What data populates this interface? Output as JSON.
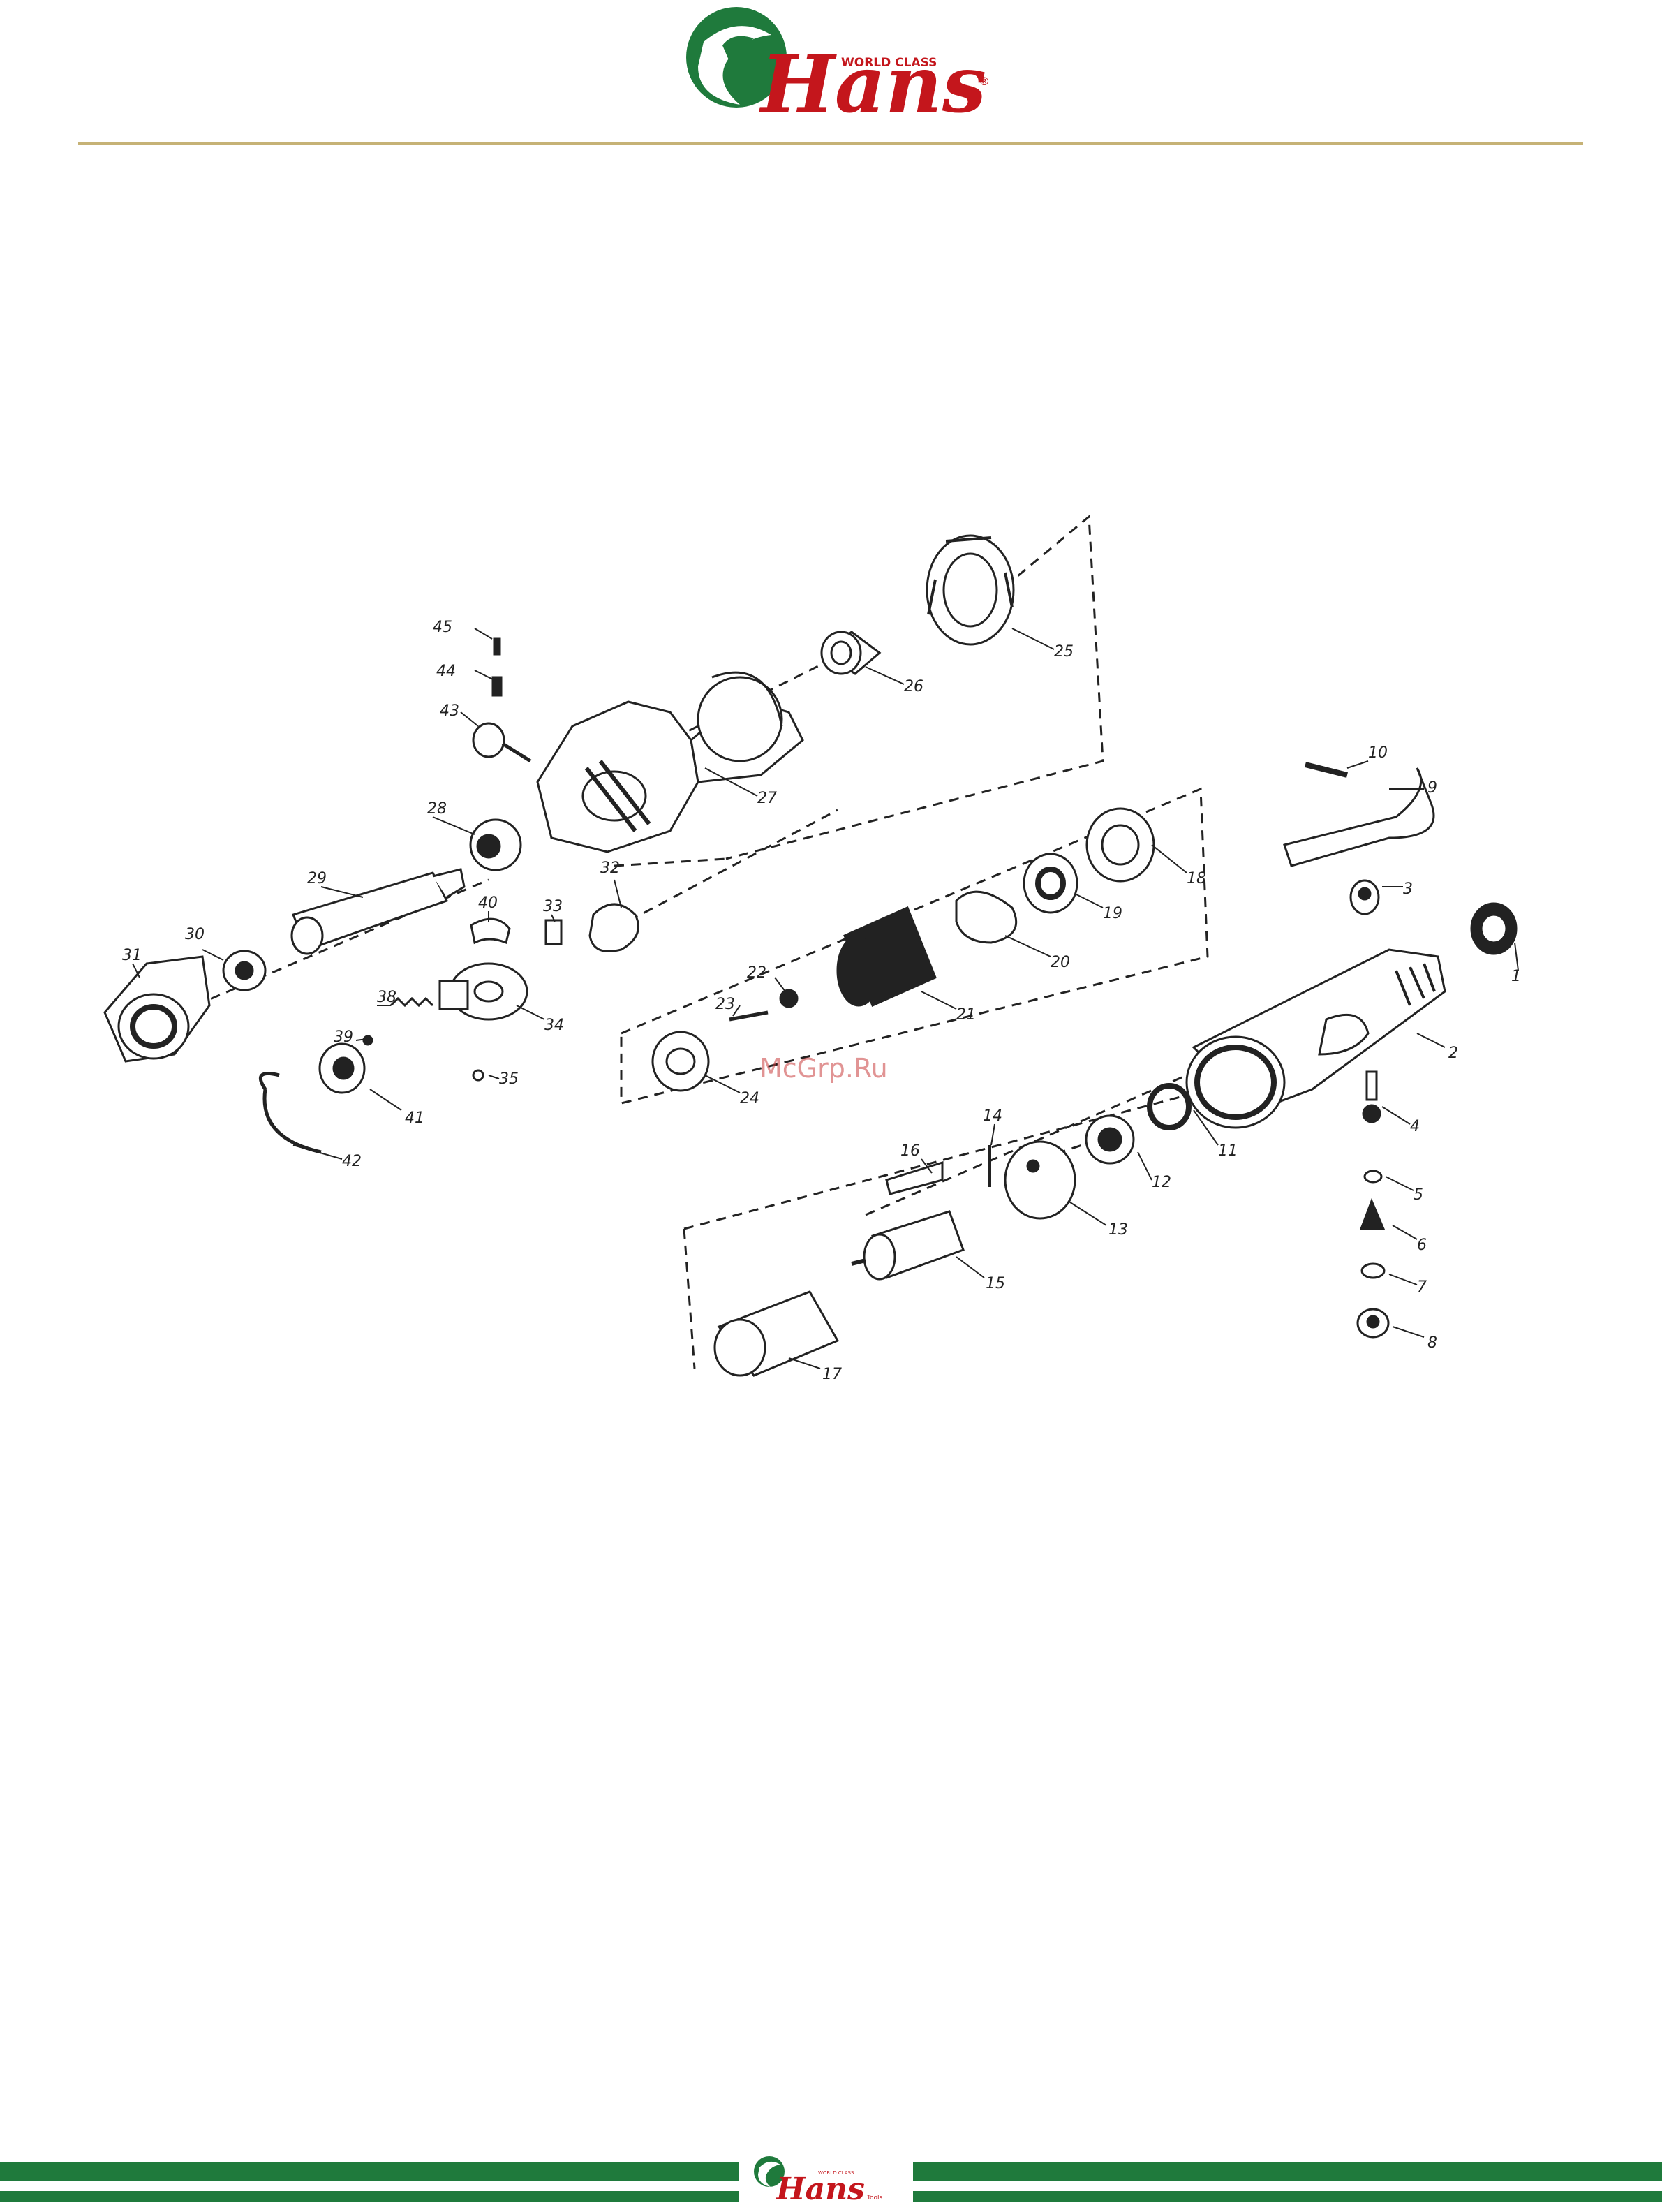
{
  "brand": {
    "name": "Hans",
    "tagline": "WORLD CLASS",
    "registered": "®",
    "footer_suffix": "Tools",
    "colors": {
      "green": "#1f7a3c",
      "red": "#c4161c",
      "gold_rule": "#c6b276"
    }
  },
  "watermark": "McGrp.Ru",
  "parts": [
    {
      "id": "p1",
      "label": "1"
    },
    {
      "id": "p2",
      "label": "2"
    },
    {
      "id": "p3",
      "label": "3"
    },
    {
      "id": "p4",
      "label": "4"
    },
    {
      "id": "p5",
      "label": "5"
    },
    {
      "id": "p6",
      "label": "6"
    },
    {
      "id": "p7",
      "label": "7"
    },
    {
      "id": "p8",
      "label": "8"
    },
    {
      "id": "p9",
      "label": "9"
    },
    {
      "id": "p10",
      "label": "10"
    },
    {
      "id": "p11",
      "label": "11"
    },
    {
      "id": "p12",
      "label": "12"
    },
    {
      "id": "p13",
      "label": "13"
    },
    {
      "id": "p14",
      "label": "14"
    },
    {
      "id": "p15",
      "label": "15"
    },
    {
      "id": "p16",
      "label": "16"
    },
    {
      "id": "p17",
      "label": "17"
    },
    {
      "id": "p18",
      "label": "18"
    },
    {
      "id": "p19",
      "label": "19"
    },
    {
      "id": "p20",
      "label": "20"
    },
    {
      "id": "p21",
      "label": "21"
    },
    {
      "id": "p22",
      "label": "22"
    },
    {
      "id": "p23",
      "label": "23"
    },
    {
      "id": "p24",
      "label": "24"
    },
    {
      "id": "p25",
      "label": "25"
    },
    {
      "id": "p26",
      "label": "26"
    },
    {
      "id": "p27",
      "label": "27"
    },
    {
      "id": "p28",
      "label": "28"
    },
    {
      "id": "p29",
      "label": "29"
    },
    {
      "id": "p30",
      "label": "30"
    },
    {
      "id": "p31",
      "label": "31"
    },
    {
      "id": "p32",
      "label": "32"
    },
    {
      "id": "p33",
      "label": "33"
    },
    {
      "id": "p34",
      "label": "34"
    },
    {
      "id": "p35",
      "label": "35"
    },
    {
      "id": "p38",
      "label": "38"
    },
    {
      "id": "p39",
      "label": "39"
    },
    {
      "id": "p40",
      "label": "40"
    },
    {
      "id": "p41",
      "label": "41"
    },
    {
      "id": "p42",
      "label": "42"
    },
    {
      "id": "p43",
      "label": "43"
    },
    {
      "id": "p44",
      "label": "44"
    },
    {
      "id": "p45",
      "label": "45"
    }
  ]
}
